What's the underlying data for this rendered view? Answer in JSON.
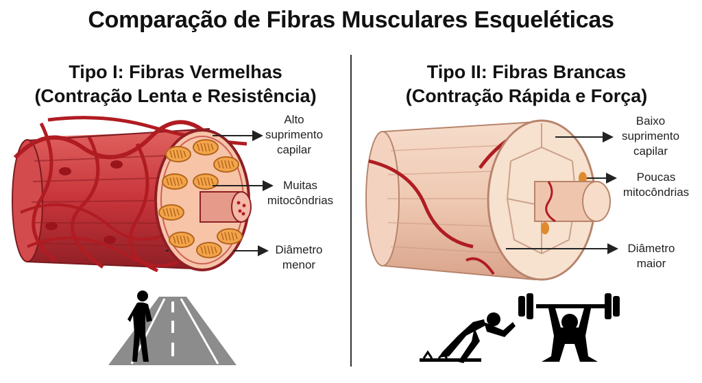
{
  "title": "Comparação de Fibras Musculares Esqueléticas",
  "left_panel": {
    "title_line1": "Tipo I: Fibras Vermelhas",
    "title_line2": "(Contração Lenta e Resistência)",
    "labels": {
      "capillary": [
        "Alto",
        "suprimento",
        "capilar"
      ],
      "mitochondria": [
        "Muitas",
        "mitocôndrias"
      ],
      "diameter": [
        "Diâmetro",
        "menor"
      ]
    },
    "icon": "runner-on-road-icon",
    "color": "#c8353b"
  },
  "right_panel": {
    "title_line1": "Tipo II: Fibras Brancas",
    "title_line2": "(Contração Rápida e Força)",
    "labels": {
      "capillary": [
        "Baixo",
        "suprimento",
        "capilar"
      ],
      "mitochondria": [
        "Poucas",
        "mitocôndrias"
      ],
      "diameter": [
        "Diâmetro",
        "maior"
      ]
    },
    "icons": [
      "sprinter-icon",
      "weightlifter-icon"
    ],
    "color": "#f1cdb8"
  }
}
